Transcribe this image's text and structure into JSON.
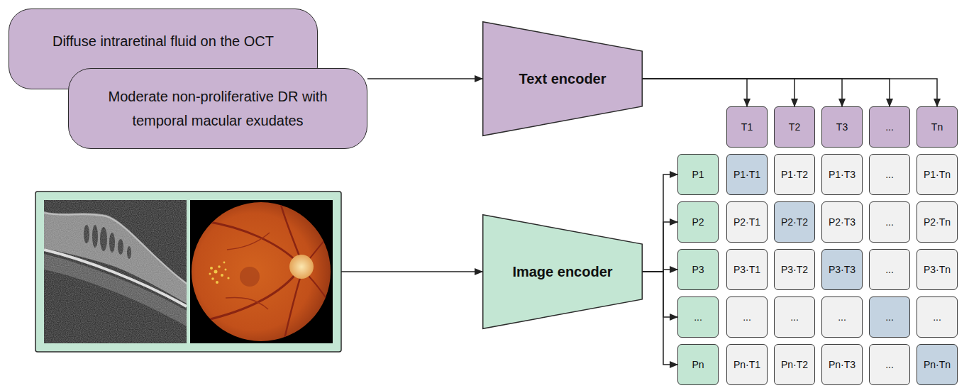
{
  "diagram": {
    "nodes": [
      {
        "text": [
          "Diffuse intraretinal fluid on the OCT"
        ]
      },
      {
        "text": [
          "Moderate non-proliferative DR with temporal macular exudates"
        ]
      },
      {
        "text": [
          "Text encoder"
        ]
      },
      {
        "text": [
          "Image encoder"
        ]
      },
      {
        "text": [
          "T1"
        ]
      },
      {
        "text": [
          "T2"
        ]
      },
      {
        "text": [
          "T3"
        ]
      },
      {
        "text": [
          "..."
        ]
      },
      {
        "text": [
          "Tn"
        ]
      },
      {
        "text": [
          "P1"
        ]
      },
      {
        "text": [
          "P2"
        ]
      },
      {
        "text": [
          "P3"
        ]
      },
      {
        "text": [
          "..."
        ]
      },
      {
        "text": [
          "Pn"
        ]
      },
      {
        "text": [
          "P1·T1"
        ]
      },
      {
        "text": [
          "P1·T2"
        ]
      },
      {
        "text": [
          "P1·T3"
        ]
      },
      {
        "text": [
          "..."
        ]
      },
      {
        "text": [
          "P1·Tn"
        ]
      },
      {
        "text": [
          "P2·T1"
        ]
      },
      {
        "text": [
          "P2·T2"
        ]
      },
      {
        "text": [
          "P2·T3"
        ]
      },
      {
        "text": [
          "..."
        ]
      },
      {
        "text": [
          "P2·Tn"
        ]
      },
      {
        "text": [
          "P3·T1"
        ]
      },
      {
        "text": [
          "P3·T2"
        ]
      },
      {
        "text": [
          "P3·T3"
        ]
      },
      {
        "text": [
          "..."
        ]
      },
      {
        "text": [
          "P3·Tn"
        ]
      },
      {
        "text": [
          "..."
        ]
      },
      {
        "text": [
          "..."
        ]
      },
      {
        "text": [
          "..."
        ]
      },
      {
        "text": [
          "..."
        ]
      },
      {
        "text": [
          "..."
        ]
      },
      {
        "text": [
          "Pn·T1"
        ]
      },
      {
        "text": [
          "Pn·T2"
        ]
      },
      {
        "text": [
          "Pn·T3"
        ]
      },
      {
        "text": [
          "..."
        ]
      },
      {
        "text": [
          "Pn·Tn"
        ]
      }
    ],
    "edges": [
      {
        "from": 1,
        "to": 2,
        "arrow": "to"
      },
      {
        "from": 2,
        "to": 4,
        "arrow": "to"
      },
      {
        "from": 2,
        "to": 5,
        "arrow": "to"
      },
      {
        "from": 2,
        "to": 6,
        "arrow": "to"
      },
      {
        "from": 2,
        "to": 7,
        "arrow": "to"
      },
      {
        "from": 2,
        "to": 8,
        "arrow": "to"
      },
      {
        "from": 3,
        "to": 9,
        "arrow": "to"
      },
      {
        "from": 3,
        "to": 10,
        "arrow": "to"
      },
      {
        "from": 3,
        "to": 11,
        "arrow": "to"
      },
      {
        "from": 3,
        "to": 12,
        "arrow": "to"
      },
      {
        "from": 3,
        "to": 13,
        "arrow": "to"
      }
    ]
  }
}
